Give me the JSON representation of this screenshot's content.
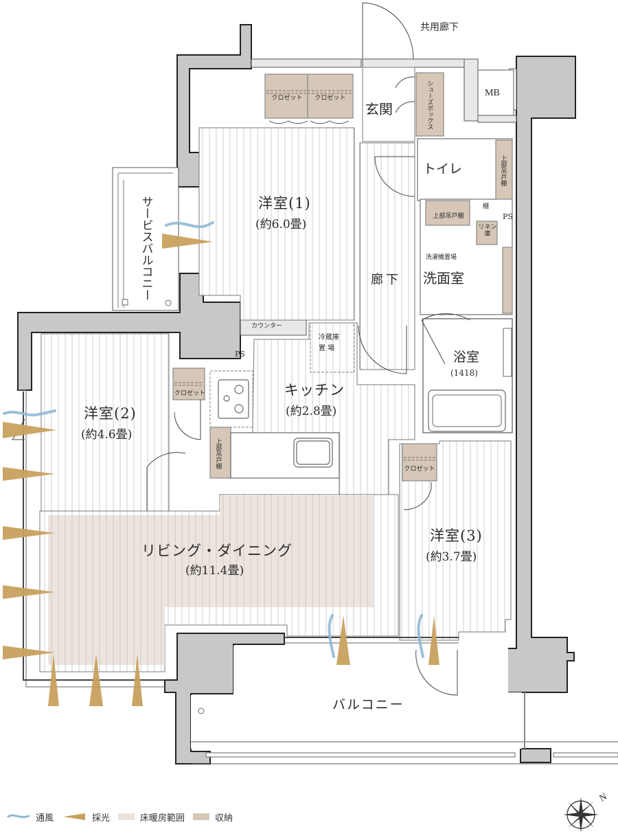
{
  "plan": {
    "labels": {
      "common_corridor": "共用廊下",
      "entrance": "玄関",
      "mb": "MB",
      "shoe_box": "シューズボックス",
      "closet_a": "クロゼット",
      "closet_b": "クロゼット",
      "toilet": "トイレ",
      "toilet_upper_cabinet": "上部吊戸棚",
      "shelf": "棚",
      "ps_right": "PS",
      "linen": "リネン庫",
      "washroom_upper_cabinet": "上部吊戸棚",
      "washer_space": "洗濯機置場",
      "washroom": "洗面室",
      "corridor": "廊下",
      "bathroom": "浴室",
      "bathroom_size": "(1418)",
      "service_balcony": "サービスバルコニー",
      "counter": "カウンター",
      "fridge_space_1": "冷蔵庫",
      "fridge_space_2": "置 場",
      "ps_left": "PS",
      "kitchen": "キッチン",
      "kitchen_area": "(約2.8畳)",
      "kitchen_upper_cabinet": "上部吊戸棚",
      "room1": "洋室(1)",
      "room1_area": "(約6.0畳)",
      "room2": "洋室(2)",
      "room2_area": "(約4.6畳)",
      "room2_closet": "クロゼット",
      "room3": "洋室(3)",
      "room3_area": "(約3.7畳)",
      "room3_closet": "クロゼット",
      "living": "リビング・ダイニング",
      "living_area": "(約11.4畳)",
      "balcony": "バルコニー"
    },
    "colors": {
      "wall": "#c8c8c8",
      "wall_edge": "#222222",
      "storage": "#d6c7b8",
      "floor_heating": "#ebe3dc",
      "daylight": "#c9a15e",
      "ventilation": "#8fb9d3",
      "line": "#555555"
    }
  },
  "legend": {
    "items": [
      {
        "label": "通風",
        "icon": "ventilation-icon"
      },
      {
        "label": "採光",
        "icon": "daylight-icon"
      },
      {
        "label": "床暖房範囲",
        "icon": "floor-heating-swatch"
      },
      {
        "label": "収納",
        "icon": "storage-swatch"
      }
    ]
  },
  "compass": {
    "north_label": "N"
  }
}
